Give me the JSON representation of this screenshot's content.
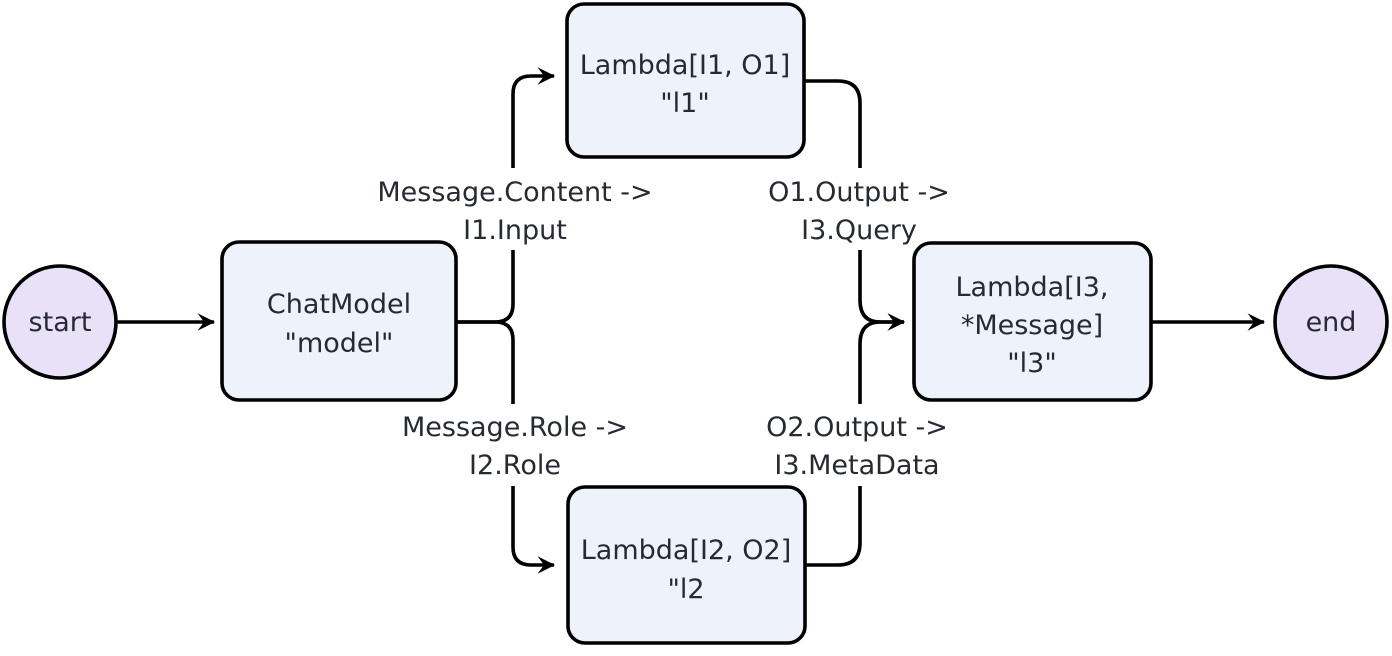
{
  "diagram": {
    "type": "flowchart",
    "direction": "left-to-right",
    "colors": {
      "node_fill": "#eef2fa",
      "terminal_fill": "#e8e1f8",
      "stroke": "#000000",
      "text": "#262b33",
      "label_bg": "#ffffff",
      "background": "#ffffff"
    },
    "nodes": {
      "start": {
        "shape": "circle",
        "label": "start"
      },
      "model": {
        "shape": "rounded-rect",
        "lines": [
          "ChatModel",
          "\"model\""
        ]
      },
      "l1": {
        "shape": "rounded-rect",
        "lines": [
          "Lambda[I1, O1]",
          "\"l1\""
        ]
      },
      "l2": {
        "shape": "rounded-rect",
        "lines": [
          "Lambda[I2, O2]",
          "\"l2"
        ]
      },
      "l3": {
        "shape": "rounded-rect",
        "lines": [
          "Lambda[I3,",
          "*Message]",
          "\"l3\""
        ]
      },
      "end": {
        "shape": "circle",
        "label": "end"
      }
    },
    "edges": [
      {
        "from": "start",
        "to": "model"
      },
      {
        "from": "model",
        "to": "l1",
        "label_lines": [
          "Message.Content ->",
          "I1.Input"
        ]
      },
      {
        "from": "model",
        "to": "l2",
        "label_lines": [
          "Message.Role ->",
          "I2.Role"
        ]
      },
      {
        "from": "l1",
        "to": "l3",
        "label_lines": [
          "O1.Output ->",
          "I3.Query"
        ]
      },
      {
        "from": "l2",
        "to": "l3",
        "label_lines": [
          "O2.Output ->",
          "I3.MetaData"
        ]
      },
      {
        "from": "l3",
        "to": "end"
      }
    ]
  }
}
